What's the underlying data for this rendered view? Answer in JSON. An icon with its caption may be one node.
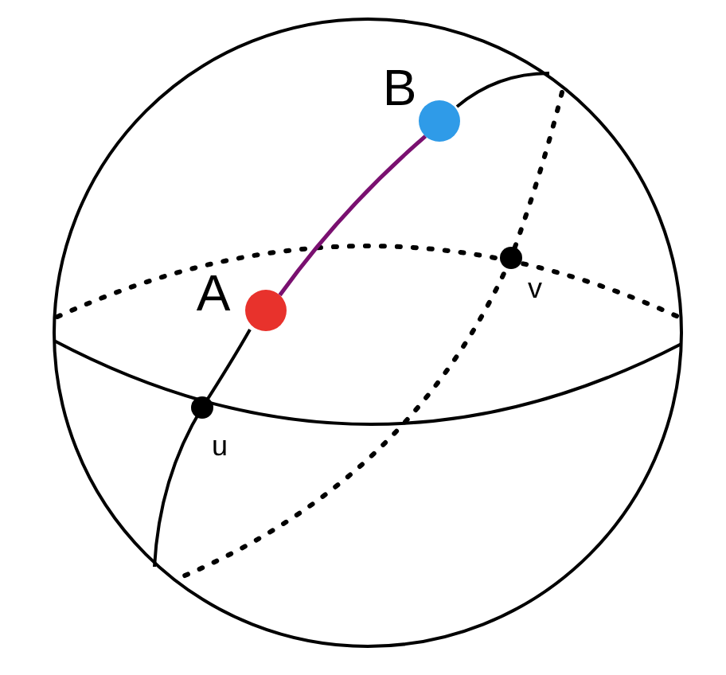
{
  "diagram": {
    "nodes": [
      {
        "text": [
          "A"
        ]
      },
      {
        "text": [
          "B"
        ]
      },
      {
        "text": [
          "u"
        ]
      },
      {
        "text": [
          "v"
        ]
      }
    ],
    "edges": [
      {
        "from": 0,
        "to": 1,
        "arrow": "none",
        "color": "#7a1070"
      }
    ]
  }
}
